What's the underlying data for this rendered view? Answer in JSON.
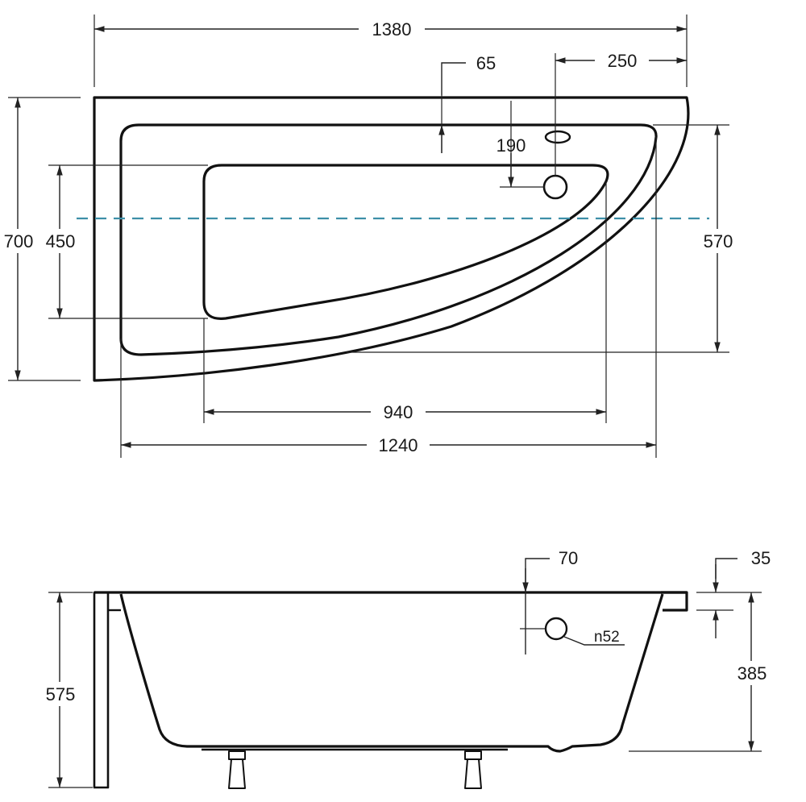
{
  "top_view": {
    "overall_length": "1380",
    "offset_65": "65",
    "offset_250": "250",
    "overflow_offset": "190",
    "overall_width": "700",
    "inner_width": "450",
    "rim_width": "570",
    "inner_length": "940",
    "rim_length": "1240"
  },
  "side_view": {
    "rim_70": "70",
    "rim_35": "35",
    "overflow_diameter": "n52",
    "total_height": "575",
    "depth": "385"
  }
}
